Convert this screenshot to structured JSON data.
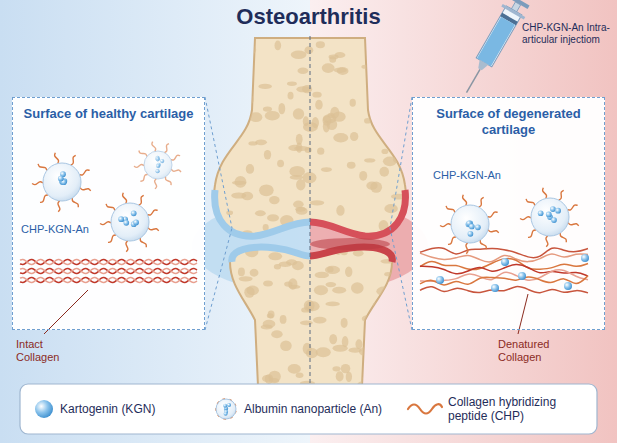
{
  "diagram": {
    "title": "Osteoarthritis",
    "nodes": [
      {
        "text": [
          "Surface of healthy cartilage",
          "CHP-KGN-An"
        ]
      },
      {
        "text": [
          "Surface of degenerated cartilage",
          "CHP-KGN-An"
        ]
      }
    ],
    "labels": [
      "CHP-KGN-An Intra-articular injectiom",
      "Intact Collagen",
      "Denatured Collagen"
    ],
    "legend": [
      {
        "text": "Kartogenin (KGN)"
      },
      {
        "text": "Albumin nanoparticle (An)"
      },
      {
        "text": "Collagen hybridizing peptide (CHP)"
      }
    ]
  }
}
